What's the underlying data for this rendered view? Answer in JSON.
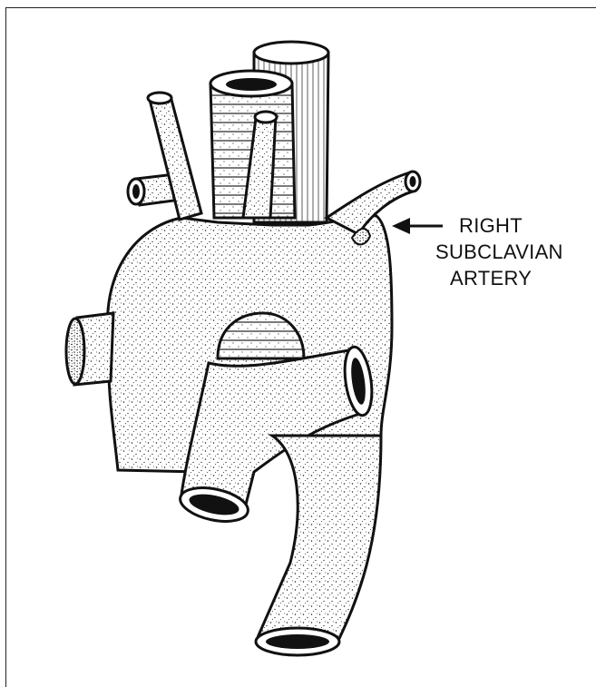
{
  "annotation": {
    "lines": [
      "RIGHT",
      "SUBCLAVIAN",
      "ARTERY"
    ]
  },
  "colors": {
    "ink": "#111111",
    "paper": "#ffffff"
  }
}
